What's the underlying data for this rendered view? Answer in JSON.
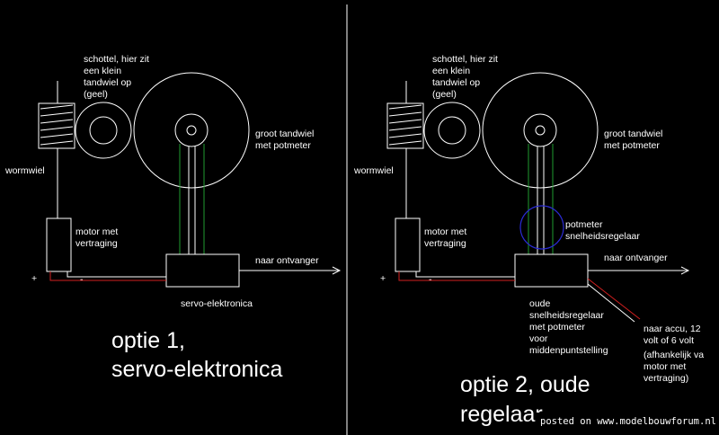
{
  "diagram": {
    "colors": {
      "background": "#000000",
      "line": "#ffffff",
      "green": "#1f9d2f",
      "red": "#d21f1f",
      "blue": "#2b2bd6"
    },
    "option1": {
      "label_schottel": [
        "schottel, hier zit",
        "een klein",
        "tandwiel op",
        "(geel)"
      ],
      "label_groot": [
        "groot tandwiel",
        "met potmeter"
      ],
      "label_wormwiel": "wormwiel",
      "label_motor": [
        "motor met",
        "vertraging"
      ],
      "label_ontvanger": "naar ontvanger",
      "label_servo": "servo-elektronica",
      "plus": "+",
      "minus": "-",
      "caption": [
        "optie 1,",
        "servo-elektronica"
      ]
    },
    "option2": {
      "label_schottel": [
        "schottel, hier zit",
        "een klein",
        "tandwiel op",
        "(geel)"
      ],
      "label_groot": [
        "groot tandwiel",
        "met potmeter"
      ],
      "label_wormwiel": "wormwiel",
      "label_motor": [
        "motor met",
        "vertraging"
      ],
      "label_potmeter": [
        "potmeter",
        "snelheidsregelaar"
      ],
      "label_ontvanger": "naar ontvanger",
      "label_oude": [
        "oude",
        "snelheidsregelaar",
        "met potmeter",
        "voor",
        "middenpuntstelling"
      ],
      "label_accu": [
        "naar accu, 12",
        "volt of 6 volt",
        "(afhankelijk va",
        "motor met",
        "vertraging)"
      ],
      "plus": "+",
      "minus": "-",
      "caption": [
        "optie 2, oude",
        "regelaar"
      ]
    },
    "watermark": "posted on www.modelbouwforum.nl"
  }
}
